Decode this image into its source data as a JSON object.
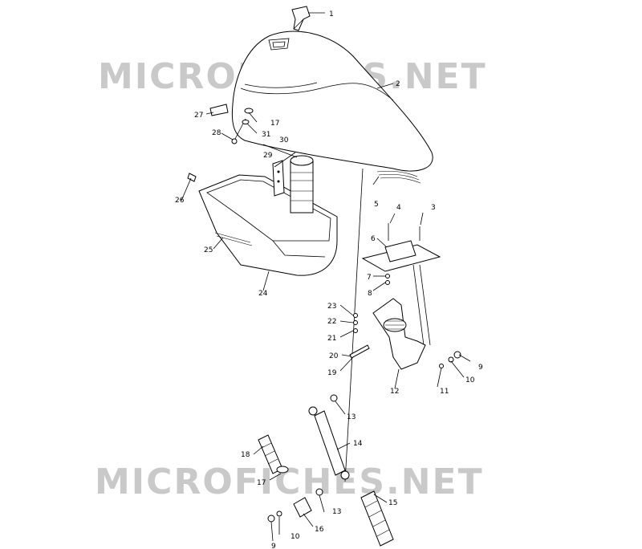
{
  "watermark": {
    "text": "MICROFICHES.NET"
  },
  "callouts": [
    {
      "id": "c1",
      "label": "1"
    },
    {
      "id": "c2",
      "label": "2"
    },
    {
      "id": "c3",
      "label": "3"
    },
    {
      "id": "c4",
      "label": "4"
    },
    {
      "id": "c5",
      "label": "5"
    },
    {
      "id": "c6",
      "label": "6"
    },
    {
      "id": "c7",
      "label": "7"
    },
    {
      "id": "c8",
      "label": "8"
    },
    {
      "id": "c9a",
      "label": "9"
    },
    {
      "id": "c9b",
      "label": "9"
    },
    {
      "id": "c10a",
      "label": "10"
    },
    {
      "id": "c10b",
      "label": "10"
    },
    {
      "id": "c11",
      "label": "11"
    },
    {
      "id": "c12",
      "label": "12"
    },
    {
      "id": "c13a",
      "label": "13"
    },
    {
      "id": "c13b",
      "label": "13"
    },
    {
      "id": "c14",
      "label": "14"
    },
    {
      "id": "c15",
      "label": "15"
    },
    {
      "id": "c16",
      "label": "16"
    },
    {
      "id": "c17a",
      "label": "17"
    },
    {
      "id": "c17b",
      "label": "17"
    },
    {
      "id": "c18",
      "label": "18"
    },
    {
      "id": "c19",
      "label": "19"
    },
    {
      "id": "c20",
      "label": "20"
    },
    {
      "id": "c21",
      "label": "21"
    },
    {
      "id": "c22",
      "label": "22"
    },
    {
      "id": "c23",
      "label": "23"
    },
    {
      "id": "c24",
      "label": "24"
    },
    {
      "id": "c25",
      "label": "25"
    },
    {
      "id": "c26",
      "label": "26"
    },
    {
      "id": "c27",
      "label": "27"
    },
    {
      "id": "c28",
      "label": "28"
    },
    {
      "id": "c29",
      "label": "29"
    },
    {
      "id": "c30",
      "label": "30"
    },
    {
      "id": "c31",
      "label": "31"
    }
  ]
}
